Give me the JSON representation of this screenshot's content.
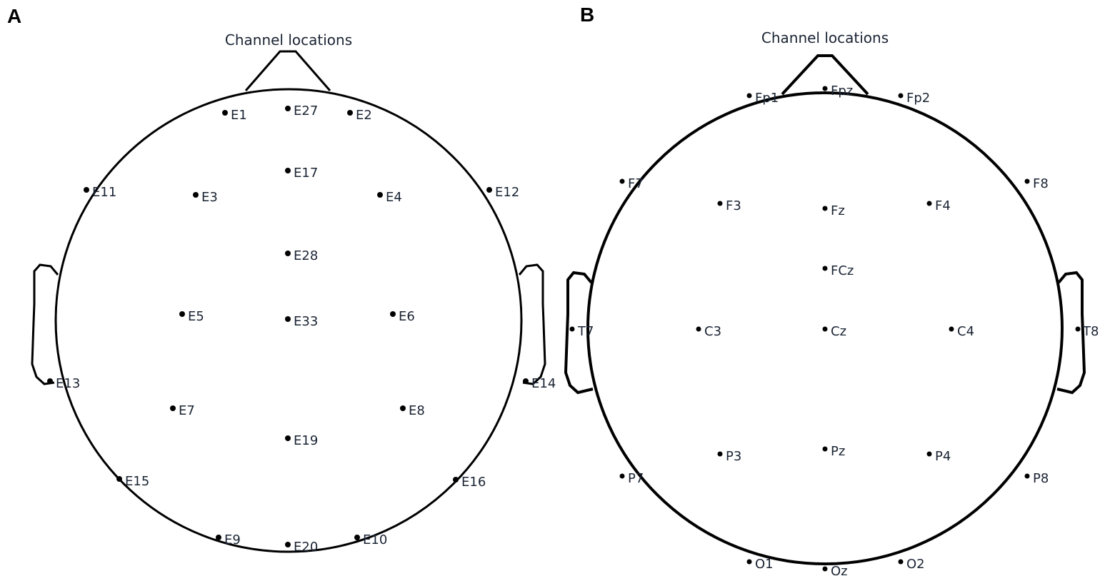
{
  "panels": [
    {
      "letter": "A",
      "title": "Channel locations",
      "channels": [
        "E1",
        "E2",
        "E27",
        "E17",
        "E11",
        "E3",
        "E4",
        "E12",
        "E28",
        "E5",
        "E33",
        "E6",
        "E13",
        "E14",
        "E7",
        "E8",
        "E19",
        "E15",
        "E16",
        "E9",
        "E20",
        "E10"
      ]
    },
    {
      "letter": "B",
      "title": "Channel locations",
      "channels": [
        "Fp1",
        "Fpz",
        "Fp2",
        "F7",
        "F8",
        "F3",
        "Fz",
        "F4",
        "FCz",
        "T7",
        "C3",
        "Cz",
        "C4",
        "T8",
        "P3",
        "Pz",
        "P4",
        "P7",
        "P8",
        "O1",
        "Oz",
        "O2"
      ]
    }
  ]
}
